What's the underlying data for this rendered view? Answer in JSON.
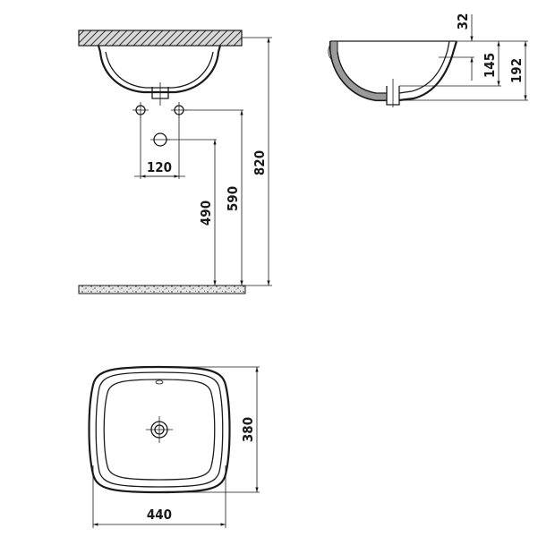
{
  "dimensions": {
    "tap_hole_spacing": "120",
    "drain_height": "490",
    "tap_height": "590",
    "countertop_height": "820",
    "rim_height": "32",
    "drain_depth": "145",
    "total_depth": "192",
    "depth": "380",
    "width": "440"
  }
}
